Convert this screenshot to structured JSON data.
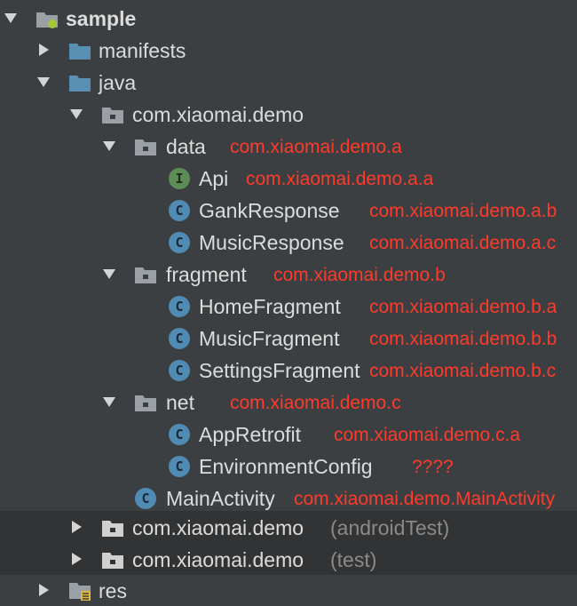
{
  "colors": {
    "background": "#3c3f41",
    "shaded_row": "#313335",
    "text": "#dcdcdc",
    "secondary_text": "#8a8a8a",
    "annotation": "#ff3a2a",
    "folder_icon": "#5a8fb4",
    "class_badge": "#4f8bb3",
    "interface_badge": "#5d8d57"
  },
  "tree": {
    "sample": {
      "label": "sample"
    },
    "manifests": {
      "label": "manifests"
    },
    "java": {
      "label": "java"
    },
    "pkg_main": {
      "label": "com.xiaomai.demo"
    },
    "data": {
      "label": "data",
      "note": "com.xiaomai.demo.a"
    },
    "api": {
      "label": "Api",
      "note": "com.xiaomai.demo.a.a",
      "badge": "I"
    },
    "gank_response": {
      "label": "GankResponse",
      "note": "com.xiaomai.demo.a.b",
      "badge": "C"
    },
    "music_response": {
      "label": "MusicResponse",
      "note": "com.xiaomai.demo.a.c",
      "badge": "C"
    },
    "fragment": {
      "label": "fragment",
      "note": "com.xiaomai.demo.b"
    },
    "home_fragment": {
      "label": "HomeFragment",
      "note": "com.xiaomai.demo.b.a",
      "badge": "C"
    },
    "music_fragment": {
      "label": "MusicFragment",
      "note": "com.xiaomai.demo.b.b",
      "badge": "C"
    },
    "settings_fragment": {
      "label": "SettingsFragment",
      "note": "com.xiaomai.demo.b.c",
      "badge": "C"
    },
    "net": {
      "label": "net",
      "note": "com.xiaomai.demo.c"
    },
    "app_retrofit": {
      "label": "AppRetrofit",
      "note": "com.xiaomai.demo.c.a",
      "badge": "C"
    },
    "environment_config": {
      "label": "EnvironmentConfig",
      "note": "????",
      "badge": "C"
    },
    "main_activity": {
      "label": "MainActivity",
      "note": "com.xiaomai.demo.MainActivity",
      "badge": "C"
    },
    "pkg_android_test": {
      "label": "com.xiaomai.demo",
      "suffix": "(androidTest)"
    },
    "pkg_test": {
      "label": "com.xiaomai.demo",
      "suffix": "(test)"
    },
    "res": {
      "label": "res"
    }
  }
}
